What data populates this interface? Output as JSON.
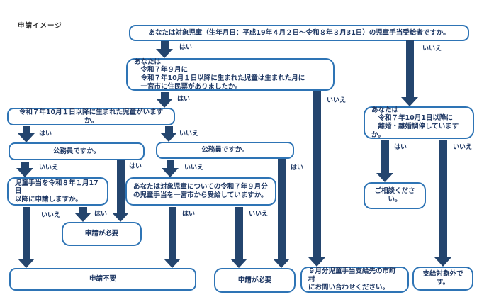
{
  "title": "申請イメージ",
  "labels": {
    "yes": "はい",
    "no": "いいえ"
  },
  "colors": {
    "box_border": "#2E74B5",
    "arrow": "#24456E",
    "text": "#1F3864"
  },
  "nodes": {
    "q_recipient": {
      "text": "あなたは対象児童（生年月日：平成19年４月２日～令和８年３月31日）の児童手当受給者ですか。"
    },
    "q_resident": {
      "text": "あなたは\n　令和７年９月に\n　令和７年10月１日以降に生まれた児童は生まれた月に\n　一宮市に住民票がありましたか。"
    },
    "q_newborn": {
      "text": "令和７年10月１日以降に生まれた児童がいますか。"
    },
    "q_civil_left": {
      "text": "公務員ですか。"
    },
    "q_civil_mid": {
      "text": "公務員ですか。"
    },
    "q_apply_after": {
      "text": "児童手当を令和８年１月17日\n以降に申請しますか。"
    },
    "q_receiving": {
      "text": "あなたは対象児童についての令和７年９月分\nの児童手当を一宮市から受給していますか。"
    },
    "q_divorce": {
      "text": "あなたは\n　令和７年10月1日以降に\n　離婚・離婚調停していますか。"
    },
    "r_needed_left": {
      "text": "申請が必要"
    },
    "r_not_needed": {
      "text": "申請不要"
    },
    "r_needed_mid": {
      "text": "申請が必要"
    },
    "r_contact_city": {
      "text": "９月分児童手当支給先の市町村\nにお問い合わせください。"
    },
    "r_consult": {
      "text": "ご相談ください。"
    },
    "r_not_eligible": {
      "text": "支給対象外です。"
    }
  }
}
